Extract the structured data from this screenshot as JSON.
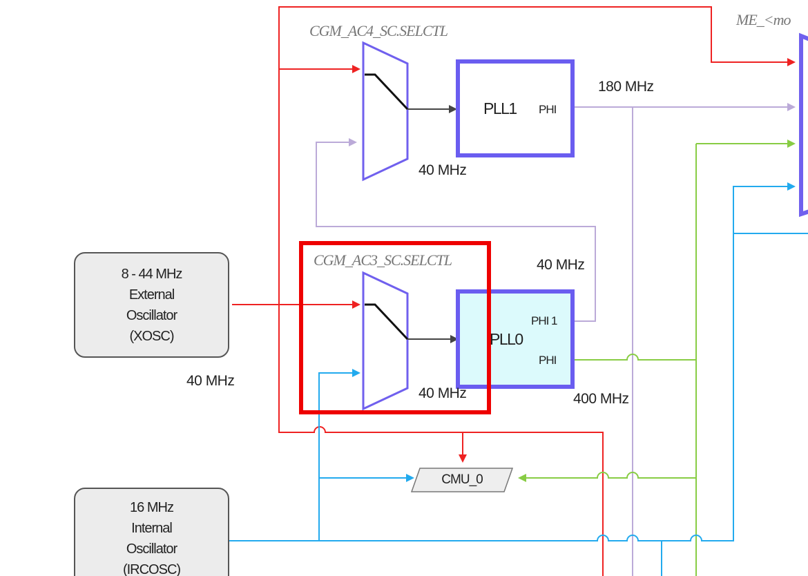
{
  "diagram": {
    "registers": {
      "ac4": "CGM_AC4_SC.SELCTL",
      "ac3": "CGM_AC3_SC.SELCTL",
      "me_mode": "ME_<mo"
    },
    "pll1": {
      "name": "PLL1",
      "port_phi": "PHI"
    },
    "pll0": {
      "name": "PLL0",
      "port_phi1": "PHI 1",
      "port_phi": "PHI"
    },
    "frequencies": {
      "pll1_out": "180 MHz",
      "mux_ac4_out": "40 MHz",
      "pll0_phi1": "40 MHz",
      "mux_ac3_out": "40 MHz",
      "pll0_phi": "400 MHz",
      "xosc_out": "40 MHz"
    },
    "xosc": {
      "line1": "8 - 44 MHz",
      "line2": "External",
      "line3": "Oscillator",
      "line4": "(XOSC)"
    },
    "irc": {
      "line1": "16 MHz",
      "line2": "Internal",
      "line3": "Oscillator",
      "line4": "(IRCOSC)"
    },
    "cmu": {
      "label": "CMU_0"
    },
    "colors": {
      "xosc_signal": "#ee2222",
      "irc_signal": "#22aaee",
      "pll_phi_signal": "#88cc44",
      "pll1_signal": "#bbaad8",
      "mux_outline": "#7060ee",
      "pll_border": "#6a5df0",
      "highlight": "#ee0000",
      "pll0_fill": "#dcfafc"
    }
  }
}
